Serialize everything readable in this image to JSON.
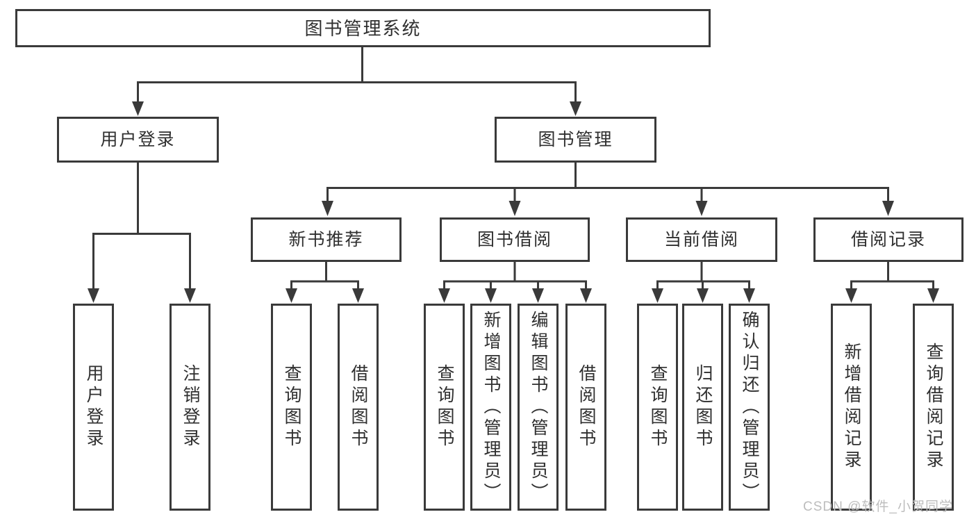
{
  "diagram": {
    "root": {
      "label": "图书管理系统",
      "children": [
        {
          "label": "用户登录",
          "children": [
            {
              "label": "用户登录"
            },
            {
              "label": "注销登录"
            }
          ]
        },
        {
          "label": "图书管理",
          "children": [
            {
              "label": "新书推荐",
              "children": [
                {
                  "label": "查询图书"
                },
                {
                  "label": "借阅图书"
                }
              ]
            },
            {
              "label": "图书借阅",
              "children": [
                {
                  "label": "查询图书"
                },
                {
                  "label": "新增图书（管理员）"
                },
                {
                  "label": "编辑图书（管理员）"
                },
                {
                  "label": "借阅图书"
                }
              ]
            },
            {
              "label": "当前借阅",
              "children": [
                {
                  "label": "查询图书"
                },
                {
                  "label": "归还图书"
                },
                {
                  "label": "确认归还（管理员）"
                }
              ]
            },
            {
              "label": "借阅记录",
              "children": [
                {
                  "label": "新增借阅记录"
                },
                {
                  "label": "查询借阅记录"
                }
              ]
            }
          ]
        }
      ]
    }
  },
  "watermark": {
    "text": "CSDN @软件_小贺同学"
  },
  "colors": {
    "line": "#3a3a3a",
    "box_border": "#3a3a3a",
    "text": "#2f2f2f",
    "background": "#ffffff",
    "watermark": "#bdbdbd"
  }
}
